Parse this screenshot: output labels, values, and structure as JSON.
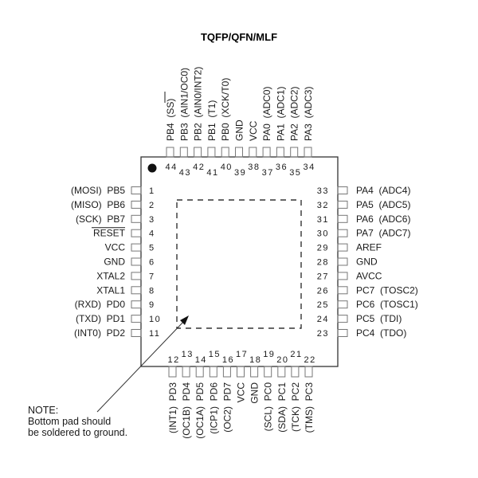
{
  "title": "TQFP/QFN/MLF",
  "colors": {
    "line": "#333333",
    "pin": "#777777",
    "dot": "#111111"
  },
  "left_pins": [
    {
      "num": "1",
      "label": "(MOSI)  PB5"
    },
    {
      "num": "2",
      "label": "(MISO)  PB6"
    },
    {
      "num": "3",
      "label": "(SCK)  PB7"
    },
    {
      "num": "4",
      "label": "RESET",
      "overbar": true
    },
    {
      "num": "5",
      "label": "VCC"
    },
    {
      "num": "6",
      "label": "GND"
    },
    {
      "num": "7",
      "label": "XTAL2"
    },
    {
      "num": "8",
      "label": "XTAL1"
    },
    {
      "num": "9",
      "label": "(RXD)  PD0"
    },
    {
      "num": "10",
      "label": "(TXD)  PD1"
    },
    {
      "num": "11",
      "label": "(INT0)  PD2"
    }
  ],
  "bottom_pins": [
    {
      "num": "12",
      "label": "(INT1)  PD3"
    },
    {
      "num": "13",
      "label": "(OC1B)  PD4"
    },
    {
      "num": "14",
      "label": "(OC1A)  PD5"
    },
    {
      "num": "15",
      "label": "(ICP1)  PD6"
    },
    {
      "num": "16",
      "label": "(OC2)  PD7"
    },
    {
      "num": "17",
      "label": "VCC"
    },
    {
      "num": "18",
      "label": "GND"
    },
    {
      "num": "19",
      "label": "(SCL)  PC0"
    },
    {
      "num": "20",
      "label": "(SDA)  PC1"
    },
    {
      "num": "21",
      "label": "(TCK)  PC2"
    },
    {
      "num": "22",
      "label": "(TMS)  PC3"
    }
  ],
  "right_pins": [
    {
      "num": "23",
      "label": "PC4  (TDO)"
    },
    {
      "num": "24",
      "label": "PC5  (TDI)"
    },
    {
      "num": "25",
      "label": "PC6  (TOSC1)"
    },
    {
      "num": "26",
      "label": "PC7  (TOSC2)"
    },
    {
      "num": "27",
      "label": "AVCC"
    },
    {
      "num": "28",
      "label": "GND"
    },
    {
      "num": "29",
      "label": "AREF"
    },
    {
      "num": "30",
      "label": "PA7  (ADC7)"
    },
    {
      "num": "31",
      "label": "PA6  (ADC6)"
    },
    {
      "num": "32",
      "label": "PA5  (ADC5)"
    },
    {
      "num": "33",
      "label": "PA4  (ADC4)"
    }
  ],
  "top_pins": [
    {
      "num": "34",
      "label": "PA3  (ADC3)"
    },
    {
      "num": "35",
      "label": "PA2  (ADC2)"
    },
    {
      "num": "36",
      "label": "PA1  (ADC1)"
    },
    {
      "num": "37",
      "label": "PA0  (ADC0)"
    },
    {
      "num": "38",
      "label": "VCC"
    },
    {
      "num": "39",
      "label": "GND"
    },
    {
      "num": "40",
      "label": "PB0  (XCK/T0)"
    },
    {
      "num": "41",
      "label": "PB1  (T1)"
    },
    {
      "num": "42",
      "label": "PB2  (AIN0/INT2)"
    },
    {
      "num": "43",
      "label": "PB3  (AIN1/OC0)"
    },
    {
      "num": "44",
      "label": "PB4  (SS)",
      "overbar_part": "SS"
    }
  ],
  "note": {
    "heading": "NOTE:",
    "line1": "Bottom pad should",
    "line2": "be soldered to ground."
  }
}
